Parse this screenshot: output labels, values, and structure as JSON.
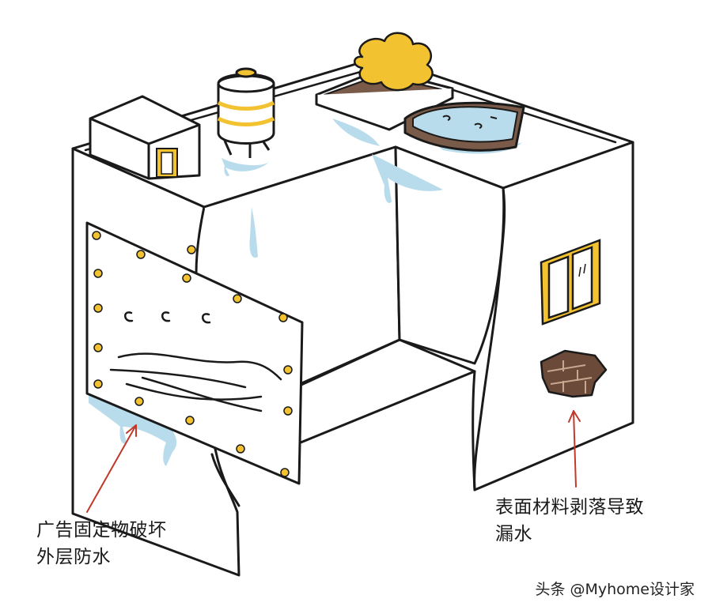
{
  "annotations": {
    "left": {
      "line1": "广告固定物破坏",
      "line2": "外层防水"
    },
    "right": {
      "line1": "表面材料剥落导致",
      "line2": "漏水"
    }
  },
  "watermark": "头条 @Myhome设计家",
  "colors": {
    "outline": "#1a1a1a",
    "wall": "#ffffff",
    "water": "#b9dcec",
    "yellow": "#f2c230",
    "brick": "#6b4a3a",
    "soil": "#7a5a48",
    "arrow": "#c0392b"
  },
  "icons": [
    "water-tank-icon",
    "plant-bush-icon",
    "pond-icon",
    "window-icon",
    "door-icon",
    "arrow-icon"
  ]
}
